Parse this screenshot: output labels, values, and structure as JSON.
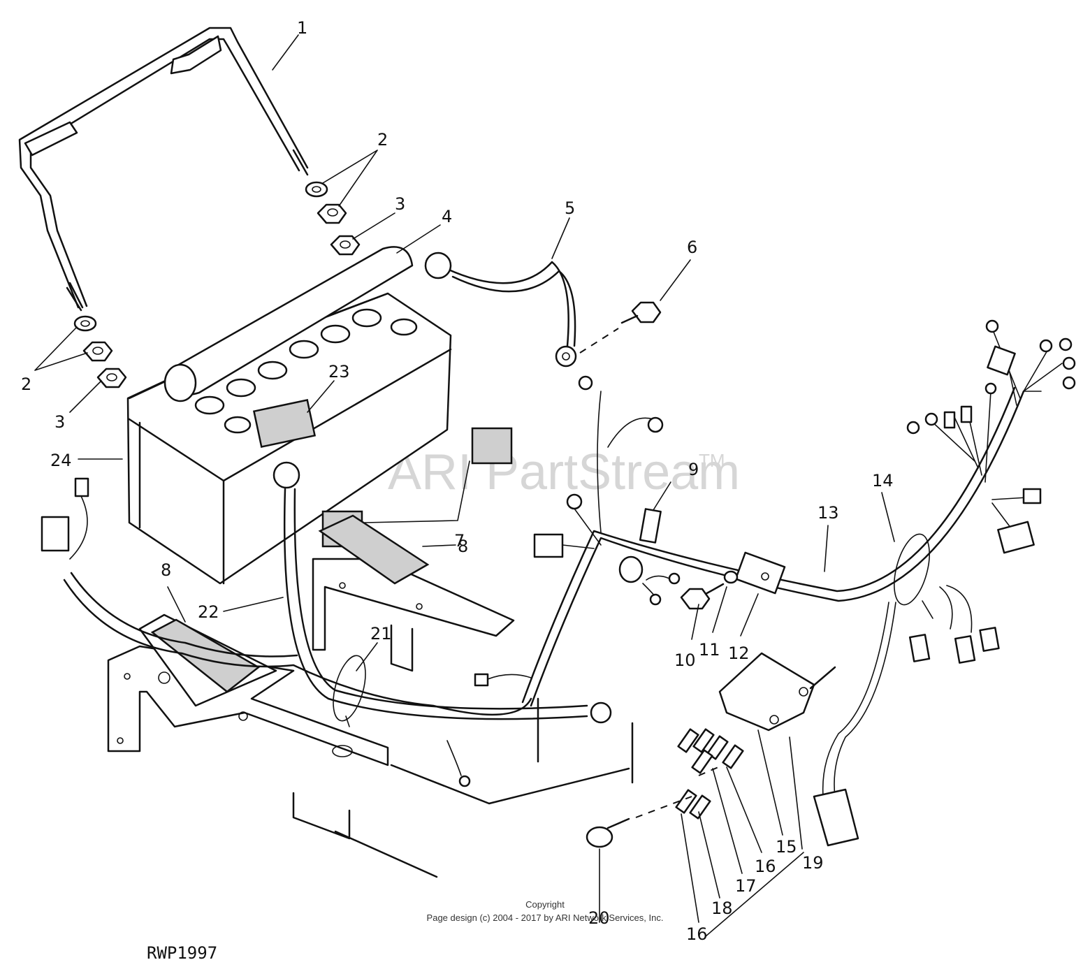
{
  "watermark": {
    "text": "ARI PartStream",
    "trademark": "TM"
  },
  "copyright": {
    "line1": "Copyright",
    "line2": "Page design (c) 2004 - 2017 by ARI Network Services, Inc."
  },
  "drawing_code": "RWP1997",
  "callouts": {
    "c1": "1",
    "c2a": "2",
    "c2b": "2",
    "c3a": "3",
    "c3b": "3",
    "c4": "4",
    "c5": "5",
    "c6": "6",
    "c7": "7",
    "c8a": "8",
    "c8b": "8",
    "c9": "9",
    "c10": "10",
    "c11": "11",
    "c12": "12",
    "c13": "13",
    "c14": "14",
    "c15": "15",
    "c16a": "16",
    "c16b": "16",
    "c17": "17",
    "c18": "18",
    "c19": "19",
    "c20": "20",
    "c21": "21",
    "c22": "22",
    "c23": "23",
    "c24": "24"
  }
}
